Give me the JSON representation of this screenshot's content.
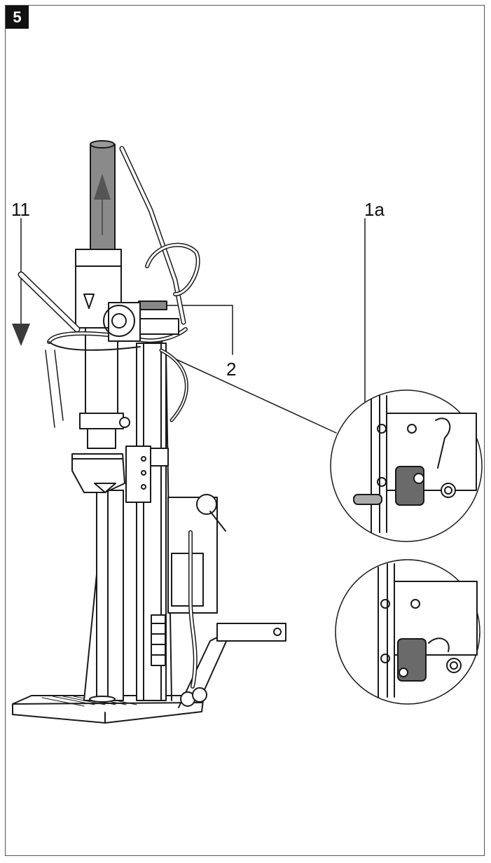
{
  "figure": {
    "number": "5"
  },
  "callouts": {
    "c11": "11",
    "c1a": "1a",
    "c2": "2"
  },
  "colors": {
    "line": "#1a1a1a",
    "highlight": "#7a7a7a",
    "dark": "#3a3a3a"
  }
}
